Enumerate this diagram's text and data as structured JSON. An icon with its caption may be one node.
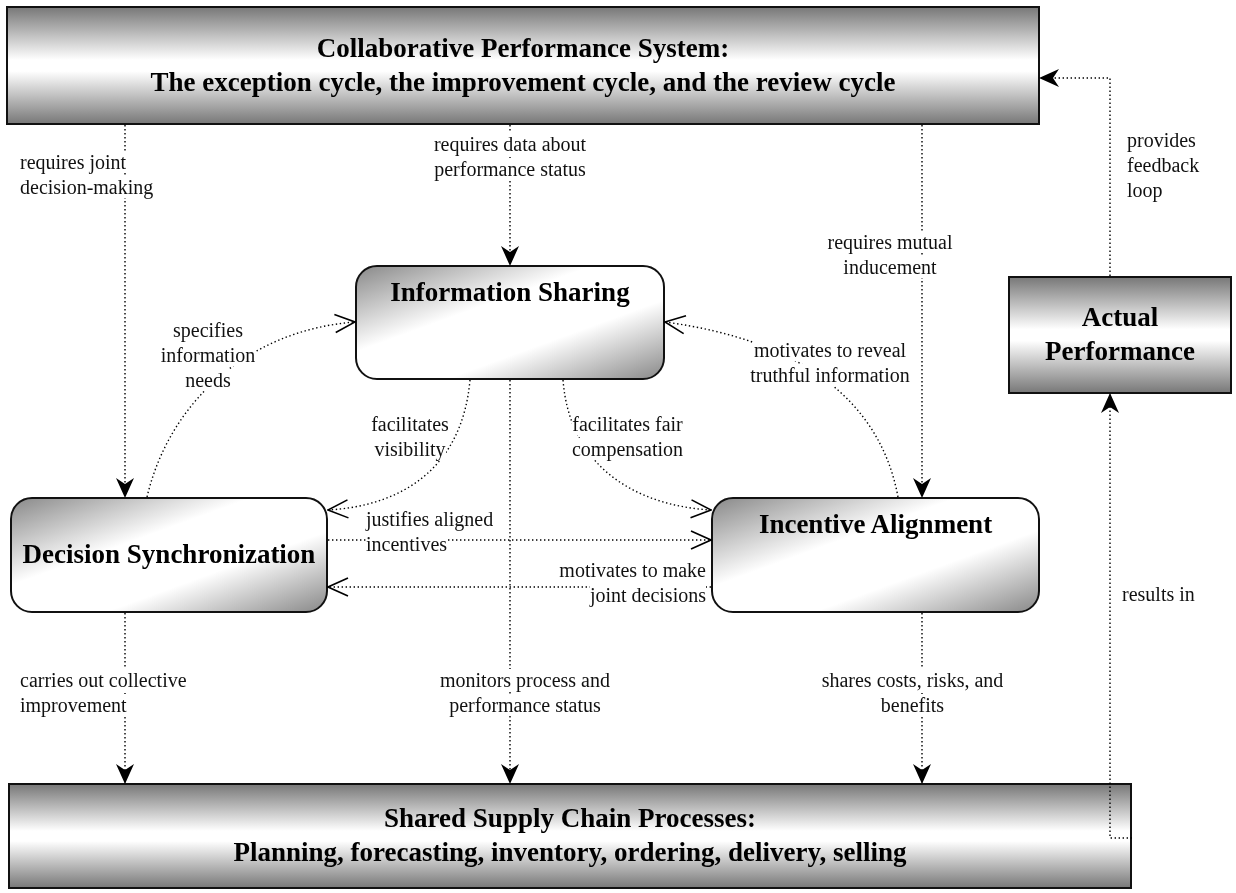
{
  "diagram": {
    "nodes": [
      {
        "text": [
          "Collaborative Performance System:",
          "The exception cycle, the improvement cycle, and the review cycle"
        ]
      },
      {
        "text": [
          "Information Sharing"
        ]
      },
      {
        "text": [
          "Actual Performance"
        ]
      },
      {
        "text": [
          "Decision Synchronization"
        ]
      },
      {
        "text": [
          "Incentive Alignment"
        ]
      },
      {
        "text": [
          "Shared Supply Chain Processes:",
          "Planning, forecasting, inventory, ordering, delivery, selling"
        ]
      }
    ],
    "edges": [
      {
        "from": 0,
        "to": 3,
        "arrow": "to",
        "label": "requires joint decision-making"
      },
      {
        "from": 0,
        "to": 1,
        "arrow": "to",
        "label": "requires data about performance status"
      },
      {
        "from": 0,
        "to": 4,
        "arrow": "to",
        "label": "requires mutual inducement"
      },
      {
        "from": 3,
        "to": 1,
        "arrow": "to",
        "label": "specifies information needs"
      },
      {
        "from": 1,
        "to": 3,
        "arrow": "to",
        "label": "facilitates visibility"
      },
      {
        "from": 1,
        "to": 4,
        "arrow": "to",
        "label": "facilitates fair compensation"
      },
      {
        "from": 4,
        "to": 1,
        "arrow": "to",
        "label": "motivates to reveal truthful information"
      },
      {
        "from": 3,
        "to": 4,
        "arrow": "to",
        "label": "justifies aligned incentives"
      },
      {
        "from": 4,
        "to": 3,
        "arrow": "to",
        "label": "motivates to make joint decisions"
      },
      {
        "from": 3,
        "to": 5,
        "arrow": "to",
        "label": "carries out collective improvement"
      },
      {
        "from": 1,
        "to": 5,
        "arrow": "to",
        "label": "monitors process and performance status"
      },
      {
        "from": 4,
        "to": 5,
        "arrow": "to",
        "label": "shares costs, risks, and benefits"
      },
      {
        "from": 5,
        "to": 2,
        "arrow": "to",
        "label": "results in"
      },
      {
        "from": 2,
        "to": 0,
        "arrow": "to",
        "label": "provides feedback loop"
      }
    ]
  }
}
